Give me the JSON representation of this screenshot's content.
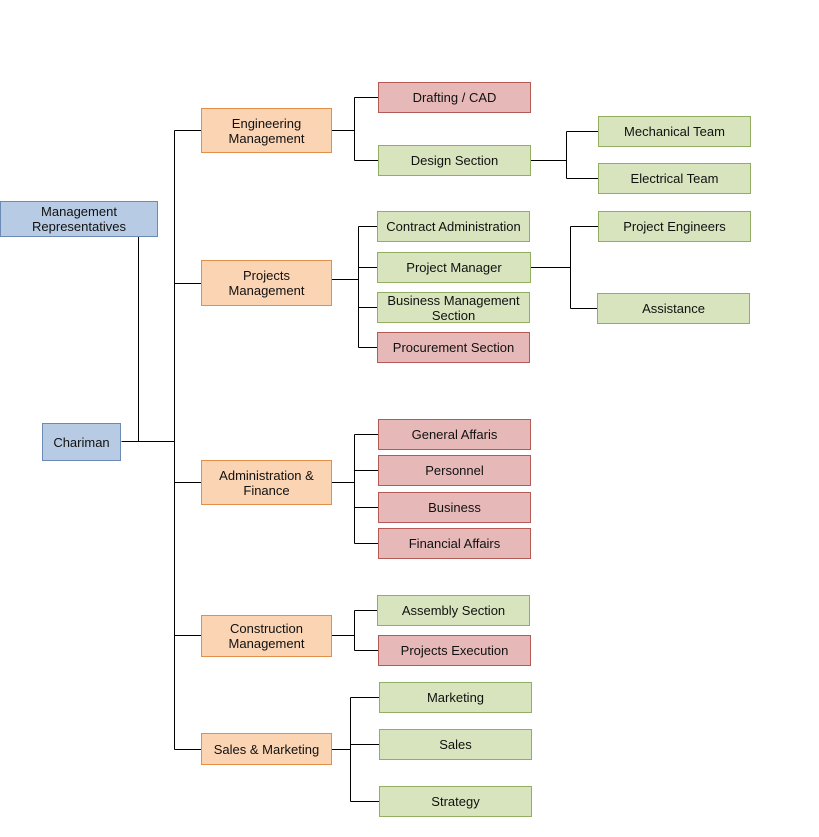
{
  "org": {
    "management_representatives": "Management Representatives",
    "chairman": "Chariman",
    "engineering_management": "Engineering Management",
    "drafting_cad": "Drafting / CAD",
    "design_section": "Design Section",
    "mechanical_team": "Mechanical Team",
    "electrical_team": "Electrical Team",
    "projects_management": "Projects Management",
    "contract_administration": "Contract Administration",
    "project_manager": "Project Manager",
    "business_management_section": "Business Management Section",
    "procurement_section": "Procurement Section",
    "project_engineers": "Project Engineers",
    "assistance": "Assistance",
    "administration_finance": "Administration & Finance",
    "general_affairs": "General Affaris",
    "personnel": "Personnel",
    "business": "Business",
    "financial_affairs": "Financial Affairs",
    "construction_management": "Construction Management",
    "assembly_section": "Assembly Section",
    "projects_execution": "Projects Execution",
    "sales_marketing": "Sales & Marketing",
    "marketing": "Marketing",
    "sales": "Sales",
    "strategy": "Strategy"
  },
  "colors": {
    "blue": "#b7cce4",
    "orange": "#fbd4b4",
    "green": "#d7e4bd",
    "red": "#e6b9b8"
  }
}
